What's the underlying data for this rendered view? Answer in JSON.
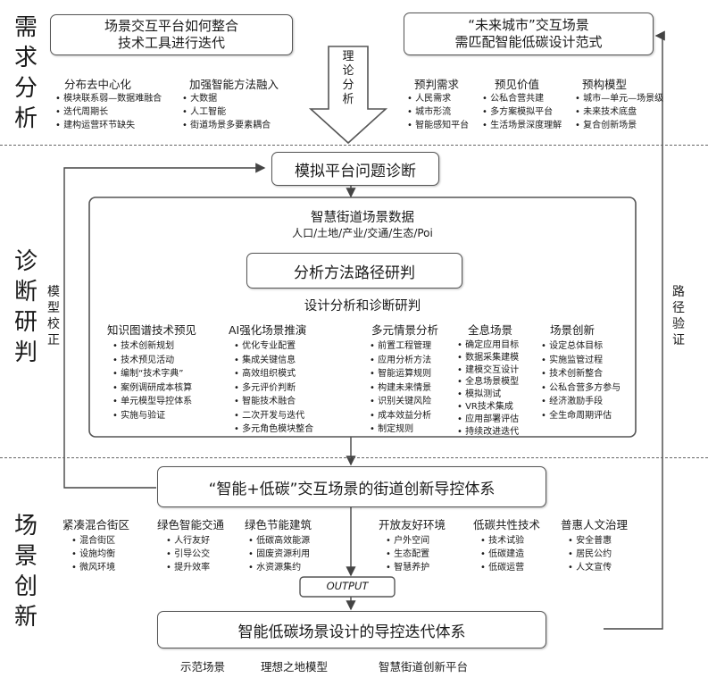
{
  "sections": {
    "s1": [
      "需",
      "求",
      "分",
      "析"
    ],
    "s2": [
      "诊",
      "断",
      "研",
      "判"
    ],
    "s3": [
      "场",
      "景",
      "创",
      "新"
    ]
  },
  "box_left": {
    "line1": "场景交互平台如何整合",
    "line2": "技术工具进行迭代"
  },
  "box_right": {
    "line1": "“未来城市”交互场景",
    "line2": "需匹配智能低碳设计范式"
  },
  "arrow_text": [
    "理",
    "论",
    "分",
    "析"
  ],
  "req_groups": [
    {
      "title": "分布去中心化",
      "items": [
        "模块联系弱—数据难融合",
        "迭代周期长",
        "建构运营环节缺失"
      ]
    },
    {
      "title": "加强智能方法融入",
      "items": [
        "大数据",
        "人工智能",
        "街道场景多要素耦合"
      ]
    },
    {
      "title": "预判需求",
      "items": [
        "人民需求",
        "城市形流",
        "智能感知平台"
      ]
    },
    {
      "title": "预见价值",
      "items": [
        "公私合营共建",
        "多方案模拟平台",
        "生活场景深度理解"
      ]
    },
    {
      "title": "预构模型",
      "items": [
        "城市—单元—场景级",
        "未来技术底盘",
        "复合创新场景"
      ]
    }
  ],
  "diag_box": "模拟平台问题诊断",
  "data_title": "智慧街道场景数据",
  "data_sub": "人口/土地/产业/交通/生态/Poi",
  "method_box": "分析方法路径研判",
  "design_title": "设计分析和诊断研判",
  "left_vert": [
    "模",
    "型",
    "校",
    "正"
  ],
  "right_vert": [
    "路",
    "径",
    "验",
    "证"
  ],
  "diag_groups": [
    {
      "title": "知识图谱技术预见",
      "items": [
        "技术创新规划",
        "技术预见活动",
        "编制“技术字典”",
        "案例调研成本核算",
        "单元模型导控体系",
        "实施与验证"
      ]
    },
    {
      "title": "AI强化场景推演",
      "items": [
        "优化专业配置",
        "集成关键信息",
        "高效组织模式",
        "多元评价判断",
        "智能技术融合",
        "二次开发与迭代",
        "多元角色模块整合"
      ]
    },
    {
      "title": "多元情景分析",
      "items": [
        "前置工程管理",
        "应用分析方法",
        "智能运算规则",
        "构建未来情景",
        "识别关键风险",
        "成本效益分析",
        "制定规则"
      ]
    },
    {
      "title": "全息场景",
      "items": [
        "确定应用目标",
        "数据采集建模",
        "建模交互设计",
        "全息场景模型",
        "模拟测试",
        "VR技术集成",
        "应用部署评估",
        "持续改进迭代"
      ]
    },
    {
      "title": "场景创新",
      "items": [
        "设定总体目标",
        "实施监管过程",
        "技术创新整合",
        "公私合营多方参与",
        "经济激励手段",
        "全生命周期评估"
      ]
    }
  ],
  "system_box": "“智能+低碳”交互场景的街道创新导控体系",
  "scene_groups": [
    {
      "title": "紧凑混合街区",
      "items": [
        "混合街区",
        "设施均衡",
        "微风环境"
      ]
    },
    {
      "title": "绿色智能交通",
      "items": [
        "人行友好",
        "引导公交",
        "提升效率"
      ]
    },
    {
      "title": "绿色节能建筑",
      "items": [
        "低碳高效能源",
        "固废资源利用",
        "水资源集约"
      ]
    },
    {
      "title": "开放友好环境",
      "items": [
        "户外空间",
        "生态配置",
        "智慧养护"
      ]
    },
    {
      "title": "低碳共性技术",
      "items": [
        "技术试验",
        "低碳建造",
        "低碳运营"
      ]
    },
    {
      "title": "普惠人文治理",
      "items": [
        "安全普惠",
        "居民公约",
        "人文宣传"
      ]
    }
  ],
  "output_label": "OUTPUT",
  "final_box": "智能低碳场景设计的导控迭代体系",
  "bottom_labels": [
    "示范场景",
    "理想之地模型",
    "智慧街道创新平台"
  ]
}
